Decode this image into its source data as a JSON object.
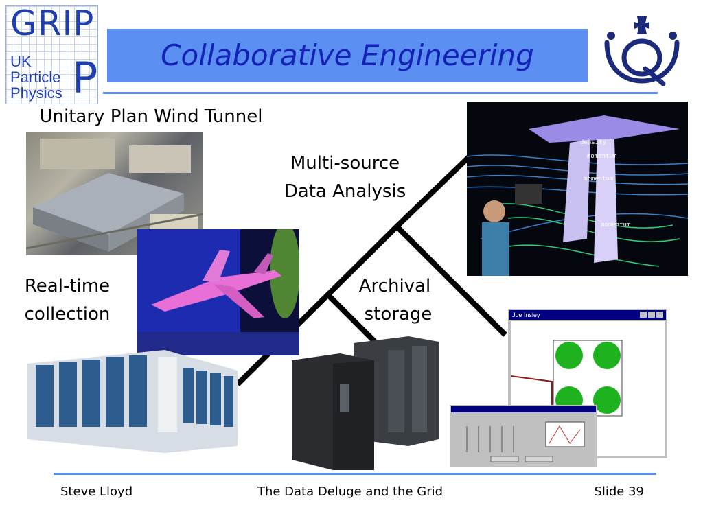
{
  "logo": {
    "grip_text": "GRIP",
    "lines": [
      "UK",
      "Particle",
      "Physics"
    ],
    "big_p": "P"
  },
  "title": "Collaborative Engineering",
  "labels": {
    "wind_tunnel": "Unitary Plan Wind Tunnel",
    "multi_source_1": "Multi-source",
    "multi_source_2": "Data Analysis",
    "realtime_1": "Real-time",
    "realtime_2": "collection",
    "archival_1": "Archival",
    "archival_2": "storage"
  },
  "viz_labels": [
    "density",
    "momentum",
    "momentum",
    "momentum"
  ],
  "window_title": "Joe Insley",
  "footer": {
    "author": "Steve Lloyd",
    "talk": "The Data Deluge and the Grid",
    "slide": "Slide 39"
  },
  "colors": {
    "accent_blue": "#5b8ff2",
    "title_text": "#1522b8",
    "logo_blue": "#1f3fae",
    "crest_navy": "#1b2a7a"
  }
}
